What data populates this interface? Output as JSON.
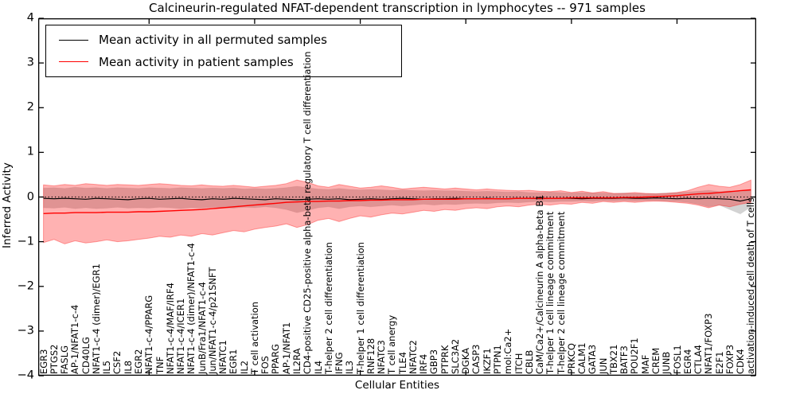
{
  "chart_data": {
    "type": "line",
    "title": "Calcineurin-regulated NFAT-dependent transcription in lymphocytes -- 971 samples",
    "xlabel": "Cellular Entities",
    "ylabel": "Inferred Activity",
    "ylim": [
      -4,
      4
    ],
    "yticks": [
      -4,
      -3,
      -2,
      -1,
      0,
      1,
      2,
      3,
      4
    ],
    "x_tick_positions": [
      10,
      20,
      30,
      40,
      50,
      60
    ],
    "grid": false,
    "legend_position": "upper left",
    "zero_line": {
      "y": 0,
      "style": "dotted",
      "color": "#000000"
    },
    "categories": [
      "EGR3",
      "PTGS2",
      "FASLG",
      "AP-1/NFAT1-c-4",
      "CD40LG",
      "NFAT1-c-4 (dimer)/EGR1",
      "IL5",
      "CSF2",
      "IL8",
      "EGR2",
      "NFAT1-c-4/PPARG",
      "TNF",
      "NFAT1-c-4/MAF/IRF4",
      "NFAT1-c-4/ICER1",
      "NFAT1-c-4 (dimer)/NFAT1-c-4",
      "JunB/Fra1/NFAT1-c-4",
      "Jun/NFAT1-c-4/p21SNFT",
      "NFATC1",
      "EGR1",
      "IL2",
      "T cell activation",
      "FOS",
      "PPARG",
      "AP-1/NFAT1",
      "IL2RA",
      "CD4-positive CD25-positive alpha-beta regulatory T cell differentiation",
      "IL4",
      "T-helper 2 cell differentiation",
      "IFNG",
      "IL3",
      "T-helper 1 cell differentiation",
      "RNF128",
      "NFATC3",
      "T cell anergy",
      "TLE4",
      "NFATC2",
      "IRF4",
      "GBP3",
      "PTPRK",
      "SLC3A2",
      "DGKA",
      "CASP3",
      "IKZF1",
      "PTPN1",
      "mol:Ca2+",
      "ITCH",
      "CBLB",
      "CaM/Ca2+/Calcineurin A alpha-beta B1",
      "T-helper 1 cell lineage commitment",
      "T-helper 2 cell lineage commitment",
      "PRKCQ",
      "CALM1",
      "GATA3",
      "JUN",
      "TBX21",
      "BATF3",
      "POU2F1",
      "MAF",
      "CREM",
      "JUNB",
      "FOSL1",
      "EGR4",
      "CTLA4",
      "NFAT1/FOXP3",
      "E2F1",
      "FOXP3",
      "CDK4",
      "activation-induced cell death of T cells"
    ],
    "series": [
      {
        "name": "Mean activity in all permuted samples",
        "color": "#000000",
        "values": [
          -0.03,
          -0.04,
          -0.03,
          -0.04,
          -0.05,
          -0.03,
          -0.04,
          -0.05,
          -0.06,
          -0.04,
          -0.03,
          -0.05,
          -0.04,
          -0.03,
          -0.05,
          -0.06,
          -0.04,
          -0.05,
          -0.03,
          -0.04,
          -0.05,
          -0.06,
          -0.04,
          -0.05,
          -0.06,
          -0.05,
          -0.04,
          -0.05,
          -0.04,
          -0.06,
          -0.05,
          -0.04,
          -0.05,
          -0.04,
          -0.03,
          -0.04,
          -0.05,
          -0.04,
          -0.04,
          -0.03,
          -0.04,
          -0.04,
          -0.03,
          -0.04,
          -0.04,
          -0.03,
          -0.03,
          -0.04,
          -0.03,
          -0.03,
          -0.03,
          -0.04,
          -0.03,
          -0.03,
          -0.03,
          -0.02,
          -0.03,
          -0.03,
          -0.02,
          -0.03,
          -0.04,
          -0.03,
          -0.04,
          -0.03,
          -0.04,
          -0.05,
          -0.09,
          -0.04
        ],
        "band": {
          "color": "#808080",
          "alpha": 0.35,
          "upper": [
            0.2,
            0.21,
            0.19,
            0.22,
            0.2,
            0.21,
            0.19,
            0.21,
            0.2,
            0.19,
            0.21,
            0.2,
            0.19,
            0.21,
            0.2,
            0.19,
            0.2,
            0.19,
            0.2,
            0.18,
            0.19,
            0.18,
            0.19,
            0.21,
            0.24,
            0.21,
            0.18,
            0.17,
            0.19,
            0.17,
            0.16,
            0.17,
            0.16,
            0.15,
            0.16,
            0.15,
            0.14,
            0.15,
            0.14,
            0.14,
            0.13,
            0.12,
            0.13,
            0.12,
            0.11,
            0.12,
            0.1,
            0.1,
            0.11,
            0.1,
            0.09,
            0.1,
            0.09,
            0.09,
            0.08,
            0.09,
            0.08,
            0.08,
            0.08,
            0.09,
            0.1,
            0.11,
            0.13,
            0.15,
            0.12,
            0.14,
            0.12,
            0.16
          ],
          "lower": [
            -0.24,
            -0.25,
            -0.23,
            -0.26,
            -0.24,
            -0.26,
            -0.25,
            -0.23,
            -0.25,
            -0.24,
            -0.25,
            -0.23,
            -0.24,
            -0.26,
            -0.24,
            -0.25,
            -0.23,
            -0.24,
            -0.25,
            -0.23,
            -0.24,
            -0.22,
            -0.24,
            -0.28,
            -0.35,
            -0.3,
            -0.24,
            -0.22,
            -0.26,
            -0.22,
            -0.2,
            -0.22,
            -0.2,
            -0.18,
            -0.2,
            -0.18,
            -0.16,
            -0.18,
            -0.16,
            -0.17,
            -0.15,
            -0.14,
            -0.15,
            -0.13,
            -0.12,
            -0.13,
            -0.11,
            -0.1,
            -0.11,
            -0.1,
            -0.1,
            -0.09,
            -0.1,
            -0.08,
            -0.09,
            -0.08,
            -0.09,
            -0.08,
            -0.08,
            -0.09,
            -0.1,
            -0.12,
            -0.16,
            -0.22,
            -0.18,
            -0.28,
            -0.38,
            -0.22
          ]
        }
      },
      {
        "name": "Mean activity in patient samples",
        "color": "#ff0000",
        "values": [
          -0.37,
          -0.36,
          -0.36,
          -0.35,
          -0.35,
          -0.35,
          -0.34,
          -0.34,
          -0.34,
          -0.33,
          -0.33,
          -0.32,
          -0.31,
          -0.3,
          -0.29,
          -0.28,
          -0.26,
          -0.24,
          -0.22,
          -0.2,
          -0.18,
          -0.16,
          -0.14,
          -0.12,
          -0.11,
          -0.1,
          -0.1,
          -0.09,
          -0.09,
          -0.08,
          -0.08,
          -0.07,
          -0.07,
          -0.06,
          -0.06,
          -0.06,
          -0.05,
          -0.05,
          -0.05,
          -0.05,
          -0.04,
          -0.04,
          -0.04,
          -0.04,
          -0.04,
          -0.03,
          -0.03,
          -0.03,
          -0.03,
          -0.03,
          -0.02,
          -0.02,
          -0.02,
          -0.02,
          -0.02,
          -0.01,
          -0.01,
          0.0,
          0.01,
          0.02,
          0.03,
          0.05,
          0.07,
          0.08,
          0.1,
          0.12,
          0.14,
          0.16
        ],
        "band": {
          "color": "#ff0000",
          "alpha": 0.3,
          "upper": [
            0.27,
            0.25,
            0.28,
            0.26,
            0.3,
            0.28,
            0.26,
            0.28,
            0.27,
            0.26,
            0.28,
            0.3,
            0.28,
            0.26,
            0.25,
            0.27,
            0.25,
            0.24,
            0.26,
            0.24,
            0.22,
            0.24,
            0.26,
            0.3,
            0.38,
            0.33,
            0.25,
            0.22,
            0.28,
            0.24,
            0.2,
            0.22,
            0.25,
            0.22,
            0.18,
            0.2,
            0.22,
            0.2,
            0.18,
            0.2,
            0.18,
            0.16,
            0.18,
            0.16,
            0.15,
            0.14,
            0.15,
            0.13,
            0.12,
            0.14,
            0.1,
            0.13,
            0.09,
            0.12,
            0.08,
            0.08,
            0.1,
            0.08,
            0.07,
            0.08,
            0.1,
            0.14,
            0.22,
            0.28,
            0.24,
            0.22,
            0.28,
            0.38
          ],
          "lower": [
            -1.02,
            -0.95,
            -1.05,
            -0.98,
            -1.03,
            -1.0,
            -0.96,
            -1.0,
            -0.98,
            -0.95,
            -0.92,
            -0.88,
            -0.9,
            -0.85,
            -0.88,
            -0.82,
            -0.85,
            -0.8,
            -0.75,
            -0.78,
            -0.72,
            -0.68,
            -0.65,
            -0.6,
            -0.68,
            -0.62,
            -0.52,
            -0.48,
            -0.55,
            -0.48,
            -0.42,
            -0.45,
            -0.4,
            -0.36,
            -0.38,
            -0.34,
            -0.3,
            -0.32,
            -0.28,
            -0.3,
            -0.26,
            -0.24,
            -0.26,
            -0.22,
            -0.2,
            -0.22,
            -0.18,
            -0.16,
            -0.18,
            -0.15,
            -0.16,
            -0.12,
            -0.14,
            -0.1,
            -0.12,
            -0.1,
            -0.12,
            -0.1,
            -0.09,
            -0.1,
            -0.12,
            -0.14,
            -0.18,
            -0.24,
            -0.18,
            -0.22,
            -0.16,
            -0.12
          ]
        }
      }
    ]
  }
}
